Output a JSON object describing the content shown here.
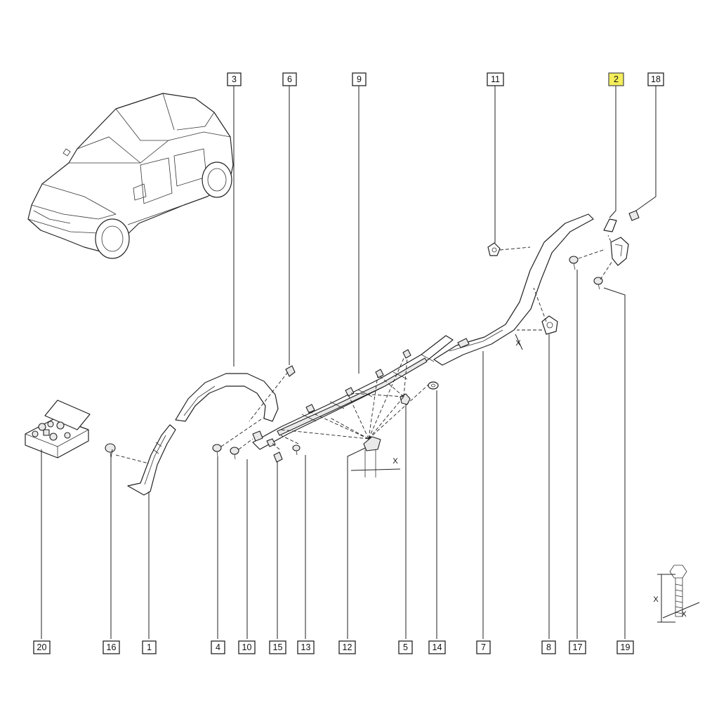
{
  "callouts": {
    "c1": "1",
    "c2": "2",
    "c3": "3",
    "c4": "4",
    "c5": "5",
    "c6": "6",
    "c7": "7",
    "c8": "8",
    "c9": "9",
    "c10": "10",
    "c11": "11",
    "c12": "12",
    "c13": "13",
    "c14": "14",
    "c15": "15",
    "c16": "16",
    "c17": "17",
    "c18": "18",
    "c19": "19",
    "c20": "20"
  },
  "highlight": {
    "callout": "2",
    "color": "#f3ee5a"
  },
  "dimension_labels": {
    "d1": "X",
    "d2": "X",
    "d3": "X",
    "d4": "X"
  }
}
